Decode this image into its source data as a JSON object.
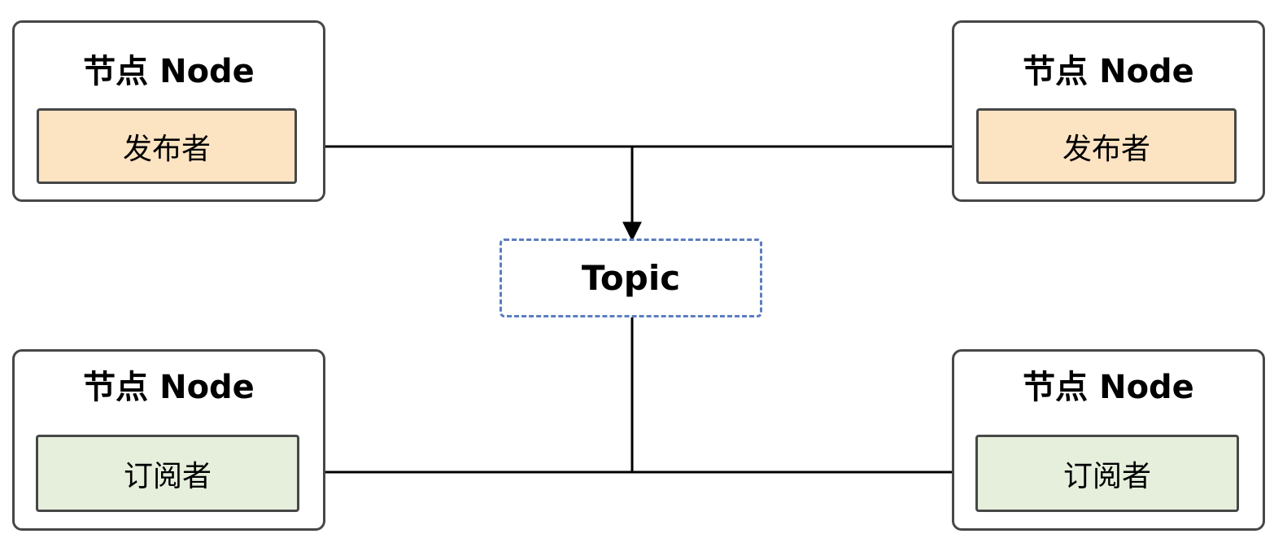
{
  "nodes": {
    "top_left": {
      "title": "节点 Node",
      "role": "发布者"
    },
    "top_right": {
      "title": "节点 Node",
      "role": "发布者"
    },
    "bottom_left": {
      "title": "节点 Node",
      "role": "订阅者"
    },
    "bottom_right": {
      "title": "节点 Node",
      "role": "订阅者"
    }
  },
  "topic": {
    "label": "Topic"
  },
  "colors": {
    "publisher_fill": "#fce3c2",
    "subscriber_fill": "#e5efdc",
    "border": "#474747",
    "topic_border": "#5b7ec0",
    "line": "#000000"
  }
}
